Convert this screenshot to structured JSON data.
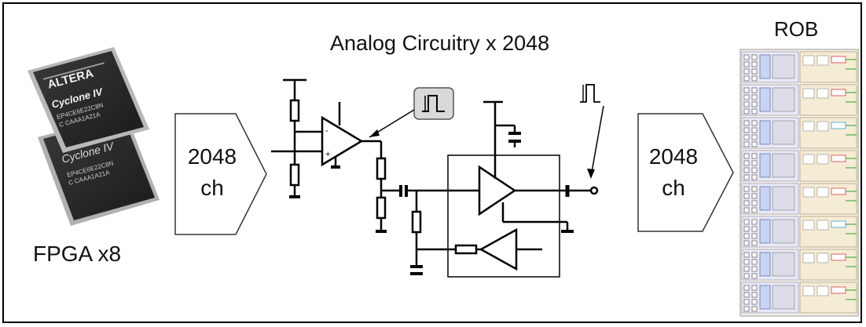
{
  "diagram": {
    "title": "Analog Circuitry x 2048",
    "rob_label": "ROB",
    "fpga_label": "FPGA x8",
    "left_arrow": {
      "line1": "2048",
      "line2": "ch"
    },
    "right_arrow": {
      "line1": "2048",
      "line2": "ch"
    },
    "chip_front": {
      "brand": "ALTERA",
      "family": "Cyclone IV",
      "part": "EP4CE6E22C8N",
      "code": "C CAAA1A21A"
    },
    "chip_back": {
      "brand": "",
      "family": "Cyclone IV",
      "part": "EP4CE6E22C8N",
      "code": "C CAAA1A21A"
    }
  }
}
